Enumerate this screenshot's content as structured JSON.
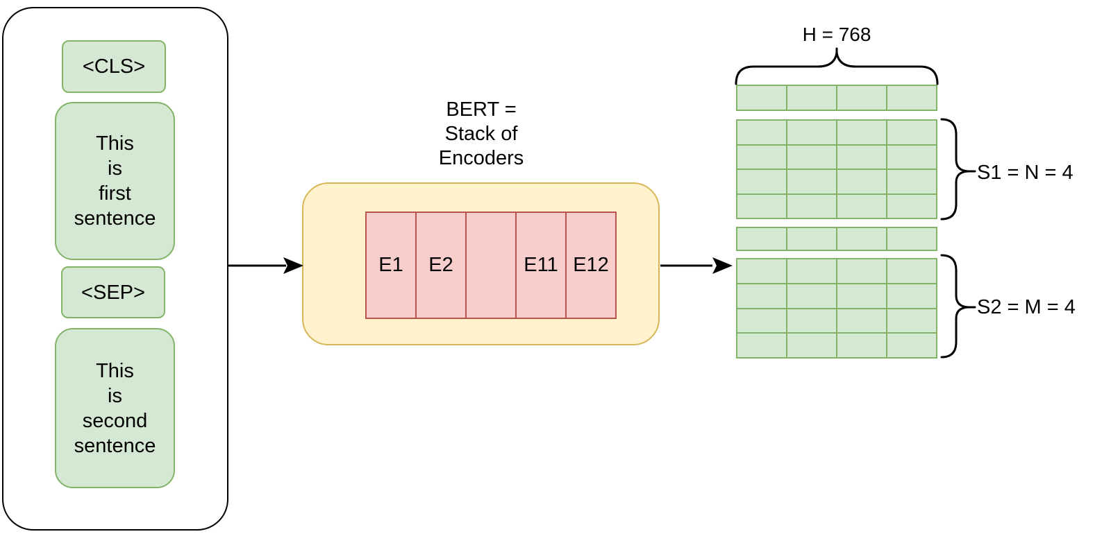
{
  "diagram": {
    "input": {
      "tokens": [
        {
          "label": "<CLS>"
        },
        {
          "label": "This\nis\nfirst\nsentence"
        },
        {
          "label": "<SEP>"
        },
        {
          "label": "This\nis\nsecond\nsentence"
        }
      ]
    },
    "bert": {
      "title": "BERT =\nStack of\nEncoders",
      "encoders": [
        "E1",
        "E2",
        "",
        "E11",
        "E12"
      ]
    },
    "output": {
      "hidden_size_label": "H = 768",
      "columns": 4,
      "cls_row_rows": 1,
      "s1_rows": 4,
      "sep_row_rows": 1,
      "s2_rows": 4,
      "s1_label": "S1 = N = 4",
      "s2_label": "S2 = M = 4"
    },
    "colors": {
      "token_fill": "#d5e8d4",
      "token_border": "#82b366",
      "grid_fill": "#d5e8d4",
      "grid_line": "#82b366",
      "bert_fill": "#fff2cc",
      "bert_border": "#d6b656",
      "encoder_fill": "#f8cecc",
      "encoder_border": "#b85450",
      "stroke": "#000000"
    }
  }
}
